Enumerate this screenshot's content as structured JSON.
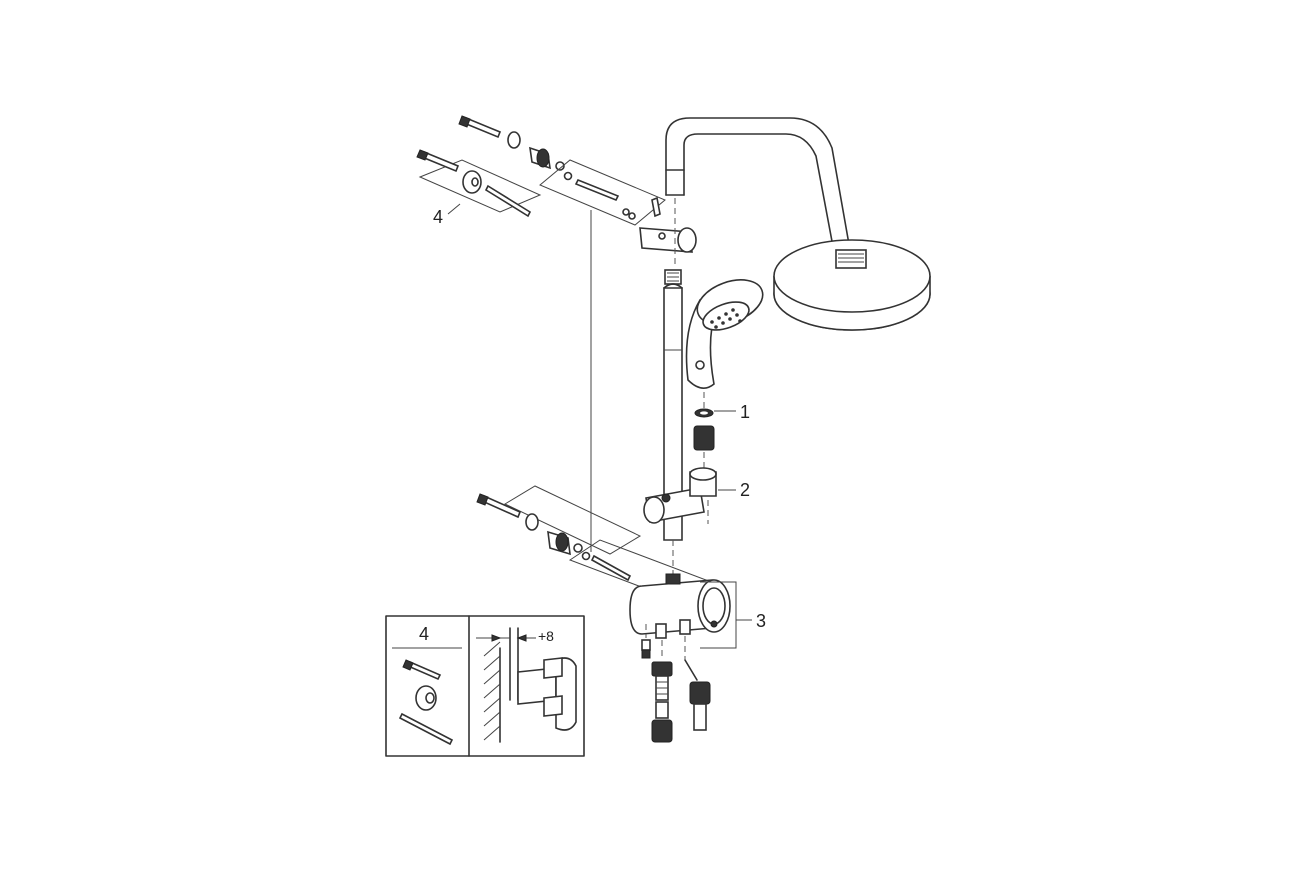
{
  "callouts": {
    "c1": "1",
    "c2": "2",
    "c3": "3",
    "c4": "4"
  },
  "inset": {
    "label": "4",
    "dimension": "+8"
  },
  "colors": {
    "line": "#333333",
    "background": "#ffffff",
    "dark_part": "#333333"
  }
}
